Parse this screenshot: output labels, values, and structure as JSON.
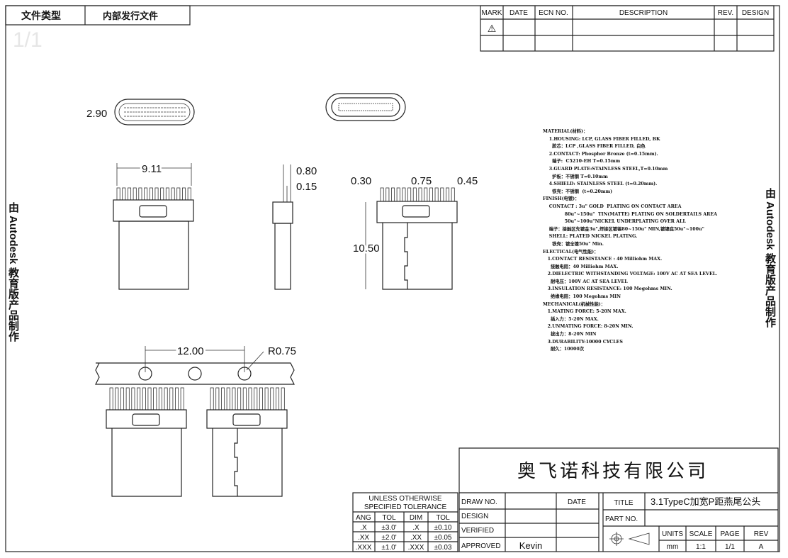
{
  "header": {
    "doc_type_label": "文件类型",
    "doc_type_value": "内部发行文件",
    "faded_page": "1/1"
  },
  "revision_table": {
    "columns": [
      "MARK",
      "DATE",
      "ECN NO.",
      "DESCRIPTION",
      "REV.",
      "DESIGN"
    ],
    "mark_symbol": "⚠"
  },
  "watermark": "由 Autodesk 教育版产品制作",
  "dimensions": {
    "height": "2.90",
    "width": "9.11",
    "pin_w1": "0.80",
    "pin_w2": "0.15",
    "pitch_a": "0.30",
    "pitch_b": "0.75",
    "pitch_c": "0.45",
    "length": "10.50",
    "carrier_pitch": "12.00",
    "radius": "R0.75"
  },
  "spec_lines": [
    "MATERIAL(材料)：",
    "    1.HOUSING: LCP, GLASS FIBER FILLED, BK",
    "      胶芯：LCP ,GLASS FIBER FILLED, 白色",
    "    2.CONTACT: Phosphor Bronze (t=0.15mm).",
    "      端子:  C5210-EH T=0.15mm",
    "    3.GUARD PLATE:STAINLESS STEEL,T=0.10mm",
    "      护板：不锈钢 T=0.10mm",
    "    4.SHIELD: STAINLESS STEEL (t=0.20mm).",
    "      铁壳：不锈钢  (t=0.20mm)",
    "FINISH(电镀)：",
    "    CONTACT : 3u\" GOLD  PLATING ON CONTACT AREA",
    "              80u\"~150u\"  TIN(MATTE) PLATING ON SOLDERTAILS AREA",
    "              50u\"~100u\"NICKEL UNDERPLATING OVER ALL",
    "    端子：接触区先镀金3u\",焊接区镀锡80~150u\" MIN,镀镍底50u\"~100u\"",
    "    SHELL: PLATED NICKEL PLATING.",
    "      铁壳：镀全镍50u\" Min.",
    "ELECTICAL(电气性能)：",
    "   1.CONTACT RESISTANCE : 40 Milliohm MAX.",
    "     接触电阻：40 Milliohm MAX.",
    "   2.DIELECTRIC WITHSTANDING VOLTAGE: 100V AC AT SEA LEVEL.",
    "     耐电压：100V AC AT SEA LEVEL",
    "   3.INSULATION RESISTANCE: 100 Megohms MIN.",
    "     绝缘电阻：100 Megohms MIN",
    "MECHANICAL(机械性能)：",
    "   1.MATING FORCE: 5-20N MAX.",
    "     插入力：5-20N MAX.",
    "   2.UNMATING FORCE: 8-20N MIN.",
    "     拔出力：8-20N MIN",
    "   3.DURABILITY:10000 CYCLES",
    "     耐久：10000次"
  ],
  "title_block": {
    "company": "奥飞诺科技有限公司",
    "draw_no_label": "DRAW NO.",
    "date_label": "DATE",
    "design_label": "DESIGN",
    "verified_label": "VERIFIED",
    "approved_label": "APPROVED",
    "approved_value": "Kevin",
    "title_label": "TITLE",
    "title_value": "3.1TypeC加宽P距燕尾公头",
    "part_no_label": "PART NO.",
    "units_label": "UNITS",
    "units_value": "mm",
    "scale_label": "SCALE",
    "scale_value": "1:1",
    "page_label": "PAGE",
    "page_value": "1/1",
    "rev_label": "REV",
    "rev_value": "A"
  },
  "tolerance": {
    "heading1": "UNLESS  OTHERWISE",
    "heading2": "SPECIFIED  TOLERANCE",
    "cols": [
      "ANG",
      "TOL",
      "DIM",
      "TOL"
    ],
    "rows": [
      [
        ".X",
        "±3.0'",
        ".X",
        "±0.10"
      ],
      [
        ".XX",
        "±2.0'",
        ".XX",
        "±0.05"
      ],
      [
        ".XXX",
        "±1.0'",
        ".XXX",
        "±0.03"
      ]
    ]
  }
}
